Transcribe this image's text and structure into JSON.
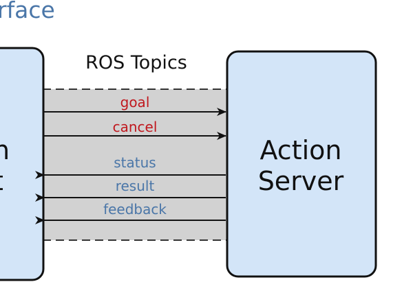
{
  "title": "rface",
  "topics_label": "ROS Topics",
  "client_box": {
    "line1": "n",
    "line2": "t"
  },
  "server_box": {
    "line1": "Action",
    "line2": "Server"
  },
  "messages": {
    "goal": "goal",
    "cancel": "cancel",
    "status": "status",
    "result": "result",
    "feedback": "feedback"
  },
  "colors": {
    "box_fill": "#d3e5f8",
    "band_fill": "#d2d2d2",
    "outgoing_text": "#c0181e",
    "incoming_text": "#4a76a8",
    "title": "#4a76a8"
  }
}
